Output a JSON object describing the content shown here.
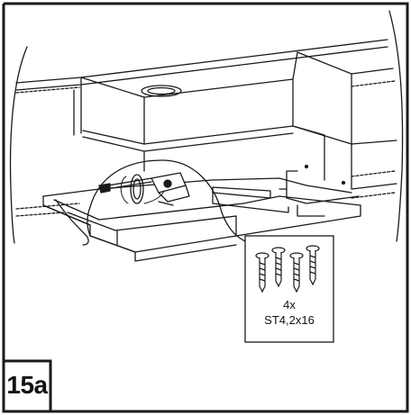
{
  "step": {
    "label": "15a"
  },
  "hardware": {
    "quantity": "4x",
    "spec": "ST4,2x16"
  },
  "colors": {
    "line": "#1a1a1a",
    "background": "#ffffff"
  }
}
